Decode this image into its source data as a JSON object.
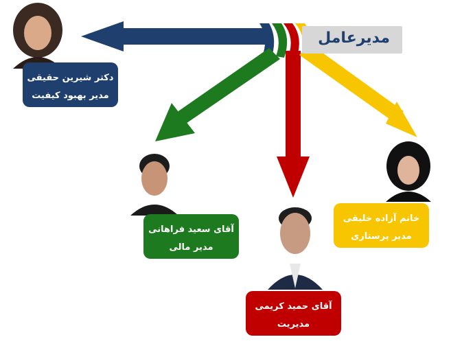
{
  "ceo": {
    "title": "مدیرعامل"
  },
  "managers": [
    {
      "name": "دکتر شیرین حقیقی",
      "role": "مدیر بهبود کیفیت",
      "color": "#1f3f6e"
    },
    {
      "name": "آقای سعید فراهانی",
      "role": "مدیر مالی",
      "color": "#1e7a1e"
    },
    {
      "name": "آقای حمید کریمی",
      "role": "مدیریت",
      "color": "#c00000"
    },
    {
      "name": "خانم آزاده خلیقی",
      "role": "مدیر پرستاری",
      "color": "#f7c600"
    }
  ]
}
